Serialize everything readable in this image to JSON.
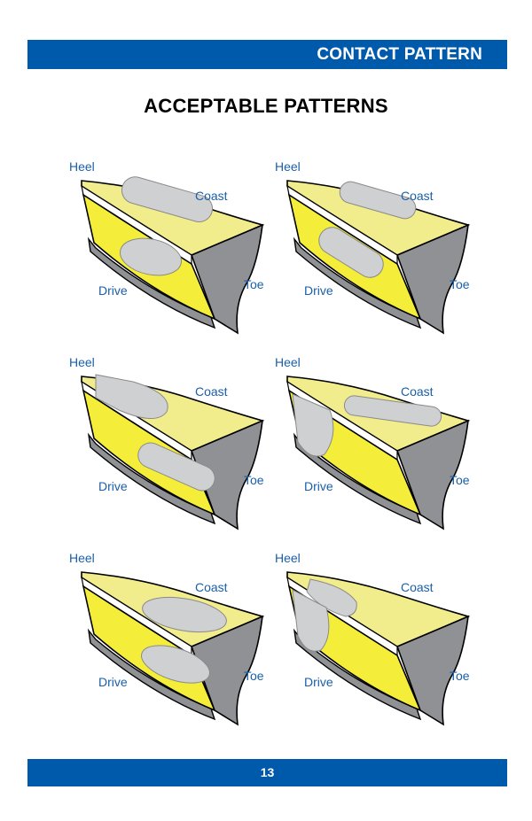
{
  "header": {
    "title": "CONTACT PATTERN"
  },
  "page_title": "ACCEPTABLE PATTERNS",
  "footer": {
    "page_number": "13"
  },
  "labels": {
    "heel": "Heel",
    "coast": "Coast",
    "drive": "Drive",
    "toe": "Toe"
  },
  "colors": {
    "brand_blue": "#005aab",
    "label_blue": "#1a5fa8",
    "tooth_face": "#f4ee3a",
    "tooth_top": "#f1ec8c",
    "flank_gray": "#8f9194",
    "contact_gray": "#cfd0d2"
  },
  "diagrams": [
    {
      "id": "pattern-1"
    },
    {
      "id": "pattern-2"
    },
    {
      "id": "pattern-3"
    },
    {
      "id": "pattern-4"
    },
    {
      "id": "pattern-5"
    },
    {
      "id": "pattern-6"
    }
  ]
}
